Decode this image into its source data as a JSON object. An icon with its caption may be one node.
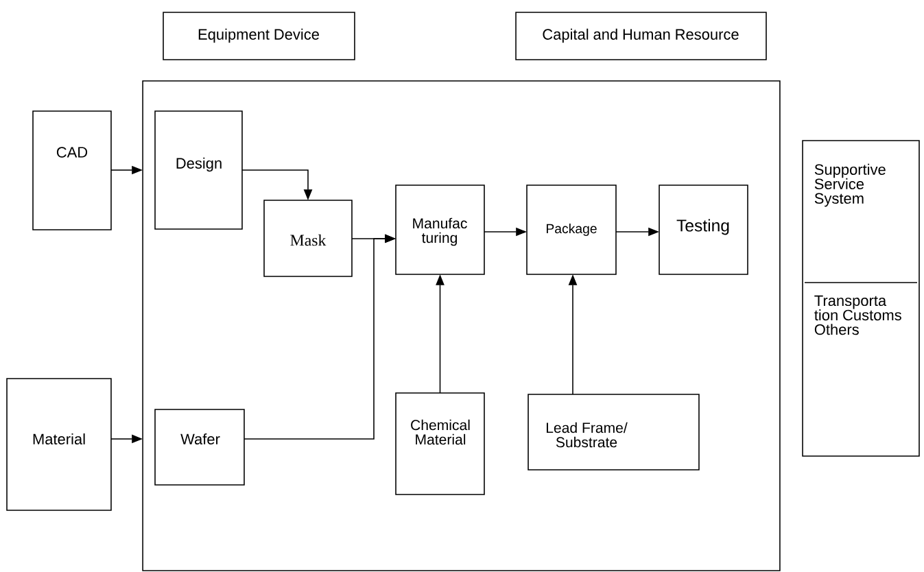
{
  "diagram": {
    "nodes": [
      {
        "text": [
          "Equipment Device"
        ]
      },
      {
        "text": [
          "Capital and Human Resource"
        ]
      },
      {
        "text": [],
        "shape": "box"
      },
      {
        "text": [
          "CAD"
        ]
      },
      {
        "text": [
          "Design"
        ],
        "in": 2
      },
      {
        "text": [
          "Supportive Service System",
          "Transporta tion Customs Others"
        ]
      },
      {
        "text": [
          "Mask"
        ],
        "in": 2
      },
      {
        "text": [
          "Manufac turing"
        ],
        "in": 2
      },
      {
        "text": [
          "Package"
        ],
        "in": 2
      },
      {
        "text": [
          "Testing"
        ],
        "in": 2
      },
      {
        "text": [
          "Material"
        ]
      },
      {
        "text": [
          "Wafer"
        ],
        "in": 2
      },
      {
        "text": [
          "Chemical Material"
        ],
        "in": 2
      },
      {
        "text": [
          "Lead Frame/ Substrate"
        ],
        "in": 2
      }
    ],
    "edges": [
      {
        "from": 3,
        "to": 2,
        "arrow": "to"
      },
      {
        "from": 10,
        "to": 2,
        "arrow": "to"
      },
      {
        "from": 4,
        "to": 6,
        "arrow": "to"
      },
      {
        "from": 6,
        "to": 7,
        "arrow": "to"
      },
      {
        "from": 11,
        "to": 7,
        "arrow": "to"
      },
      {
        "from": 7,
        "to": 8,
        "arrow": "to"
      },
      {
        "from": 8,
        "to": 9,
        "arrow": "to"
      },
      {
        "from": 12,
        "to": 7,
        "arrow": "to"
      },
      {
        "from": 13,
        "to": 8,
        "arrow": "to"
      }
    ]
  }
}
